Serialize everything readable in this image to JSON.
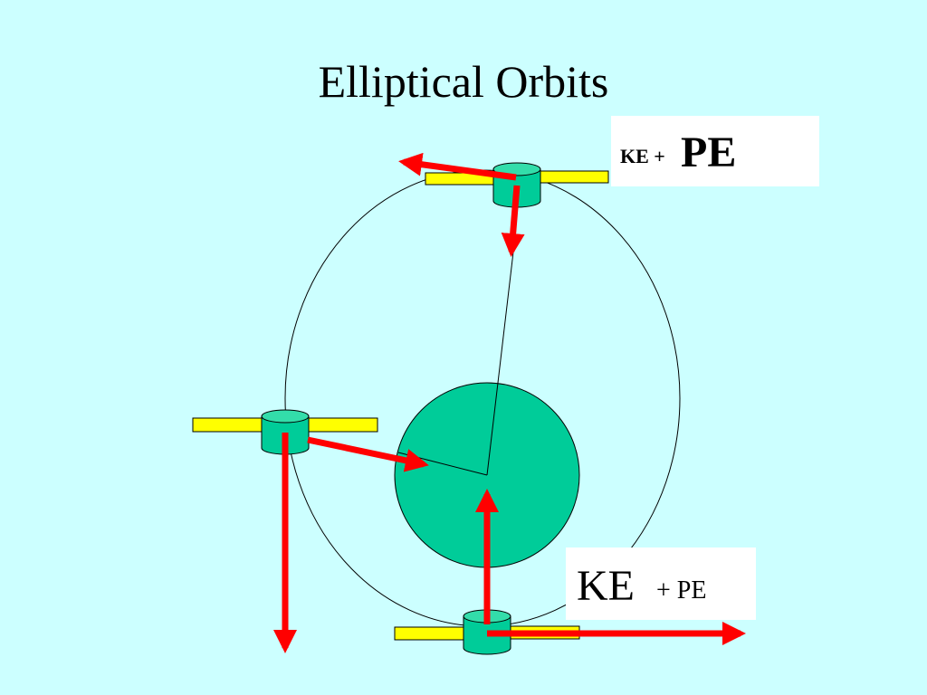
{
  "slide": {
    "title": "Elliptical Orbits",
    "background_color": "#ccffff"
  },
  "colors": {
    "planet": "#00cc99",
    "satellite_body": "#00cc99",
    "solar_panel": "#ffff00",
    "arrow": "#ff0000",
    "orbit_line": "#000000"
  },
  "labels": {
    "top": {
      "ke": "KE +",
      "pe": "PE"
    },
    "bottom": {
      "ke": "KE",
      "pe": "+ PE"
    }
  }
}
